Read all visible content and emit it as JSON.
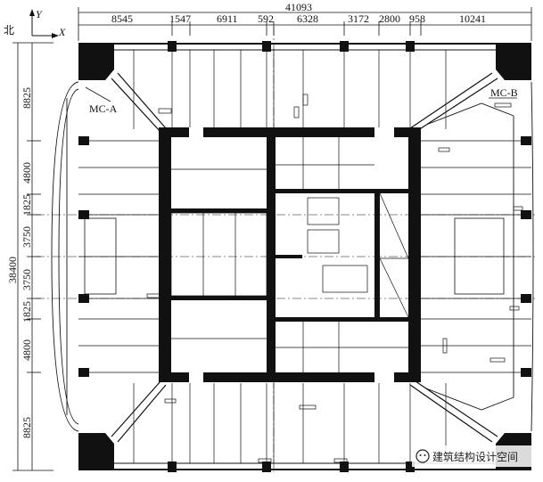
{
  "north": {
    "label": "北",
    "axis_y": "Y",
    "axis_x": "X"
  },
  "dims_top": {
    "total": "41093",
    "segments": [
      "8545",
      "1547",
      "6911",
      "592",
      "6328",
      "3172",
      "2800",
      "958",
      "10241"
    ]
  },
  "dims_left": {
    "total": "38400",
    "segments": [
      "8825",
      "4800",
      "1825",
      "3750",
      "3750",
      "1825",
      "4800",
      "8825"
    ]
  },
  "labels": {
    "mc_a": "MC-A",
    "mc_b": "MC-B"
  },
  "watermark": {
    "text": "建筑结构设计空间"
  }
}
